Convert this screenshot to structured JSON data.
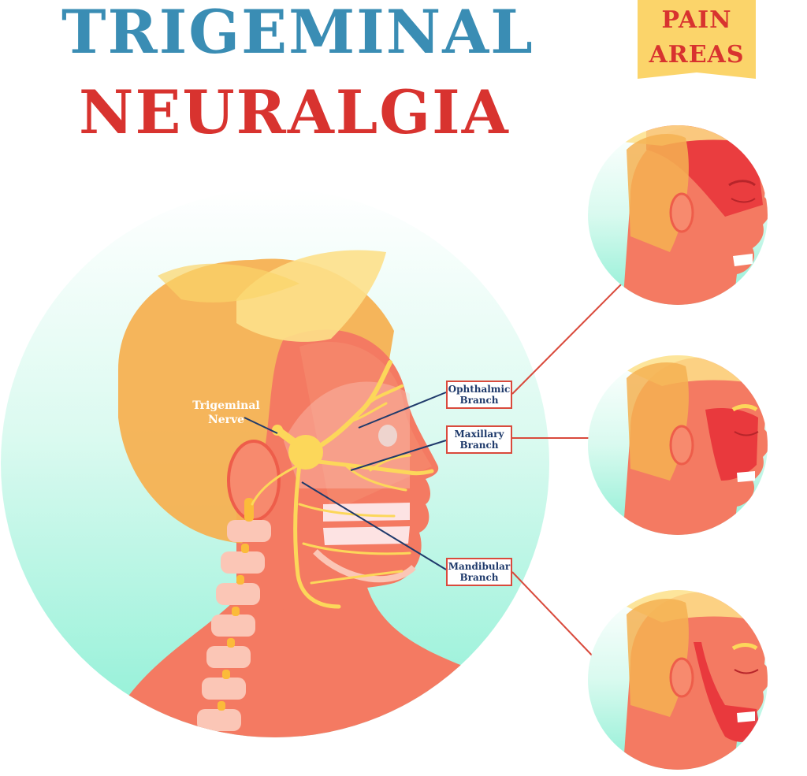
{
  "title": {
    "line1": "TRIGEMINAL",
    "line2": "NEURALGIA"
  },
  "badge": {
    "line1": "PAIN",
    "line2": "AREAS"
  },
  "nerve_label": {
    "line1": "Trigeminal",
    "line2": "Nerve"
  },
  "branches": [
    {
      "line1": "Ophthalmic",
      "line2": "Branch"
    },
    {
      "line1": "Maxillary",
      "line2": "Branch"
    },
    {
      "line1": "Mandibular",
      "line2": "Branch"
    }
  ],
  "colors": {
    "title_blue": "#3a8db4",
    "title_red": "#d8332f",
    "badge_bg": "#fbd46a",
    "badge_text": "#d8332f",
    "skin": "#f47a62",
    "skin_dark": "#ee5d4a",
    "hair": "#f5b152",
    "hair_light": "#fde08a",
    "nerve": "#fcd75a",
    "circle_bg": "#9ff0dc",
    "pain": "#e8323a",
    "label_border": "#d94a3c",
    "label_text": "#1f3a6b",
    "leader_line": "#d94a3c",
    "pointer_line": "#1f3a6b"
  }
}
